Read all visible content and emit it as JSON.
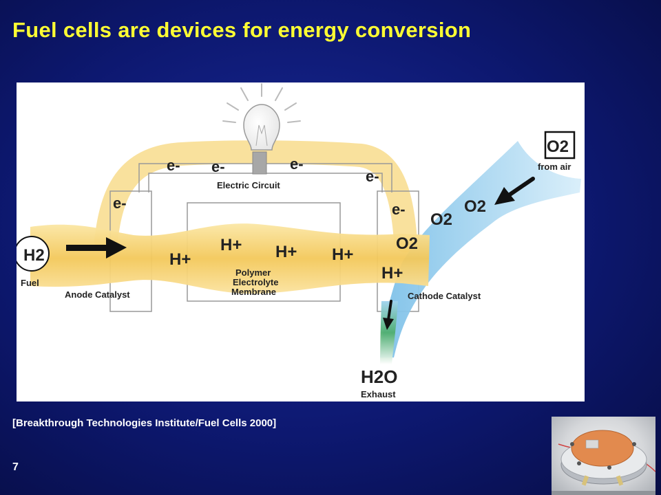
{
  "slide": {
    "title": "Fuel cells are devices for energy conversion",
    "citation": "[Breakthrough Technologies Institute/Fuel Cells 2000]",
    "number": "7"
  },
  "diagram": {
    "electron": "e-",
    "proton": "H+",
    "hydrogen": "H2",
    "oxygen": "O2",
    "water": "H2O",
    "labels": {
      "fuel": "Fuel",
      "anode_catalyst": "Anode Catalyst",
      "electric_circuit": "Electric Circuit",
      "membrane_line1": "Polymer",
      "membrane_line2": "Electrolyte",
      "membrane_line3": "Membrane",
      "cathode_catalyst": "Cathode Catalyst",
      "from_air": "from air",
      "exhaust": "Exhaust"
    },
    "colors": {
      "hydrogen_flow": "#f5cf6a",
      "oxygen_flow": "#9fd3ee",
      "water_flow": "#7fc48a",
      "circuit_lines": "#999999"
    }
  }
}
